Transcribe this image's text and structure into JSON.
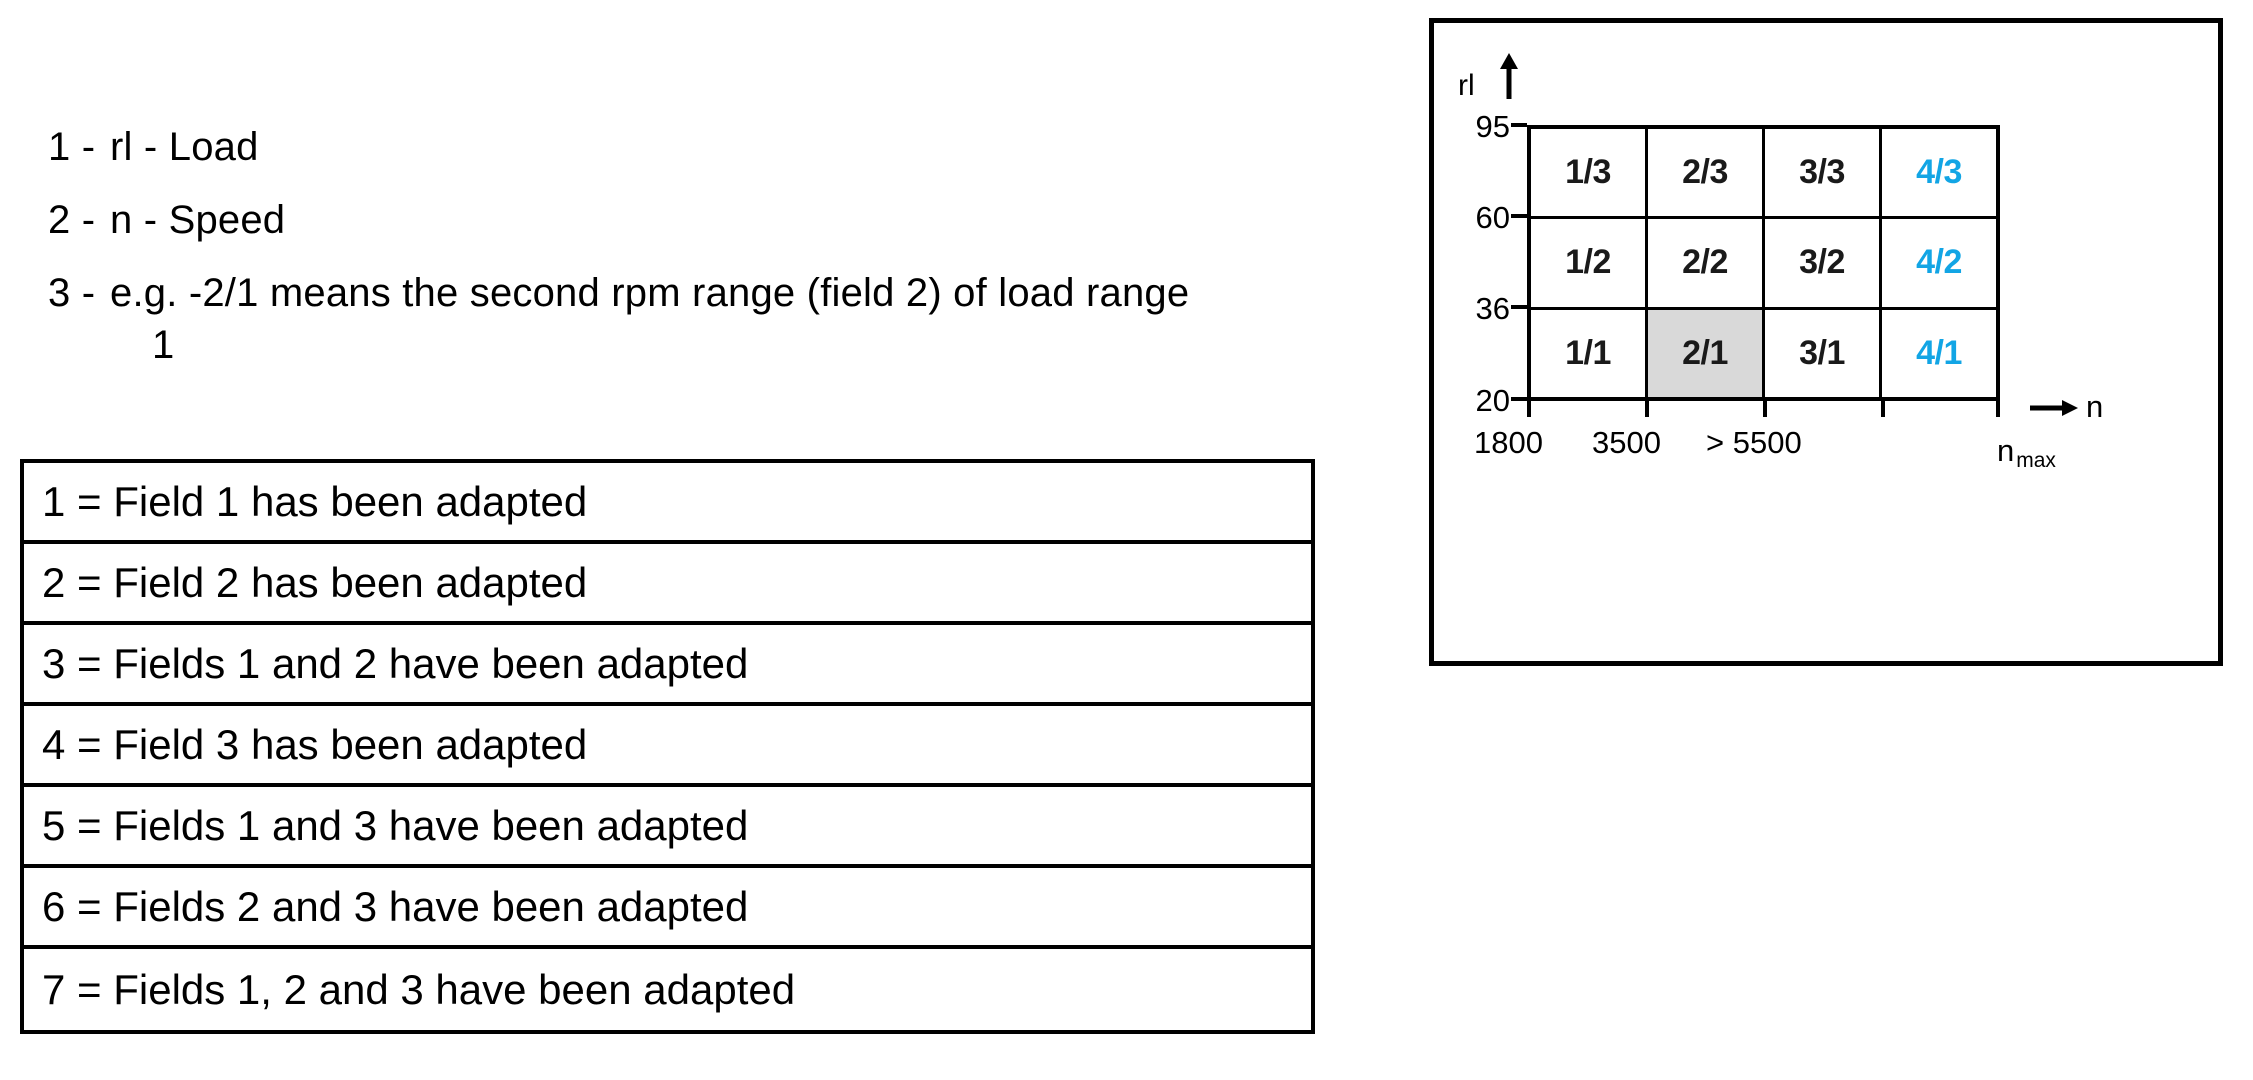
{
  "legend": {
    "items": [
      {
        "marker": "1 -",
        "text": "rl - Load"
      },
      {
        "marker": "2 -",
        "text": "n - Speed"
      },
      {
        "marker": "3 -",
        "text": "e.g. -2/1 means the second rpm range (field 2) of load range",
        "text_line2": "1"
      }
    ]
  },
  "table": {
    "rows": [
      {
        "text": "1 = Field 1 has been adapted"
      },
      {
        "text": "2 = Field 2 has been adapted"
      },
      {
        "text": "3 = Fields 1 and 2 have been adapted"
      },
      {
        "text": "4 = Field 3 has been adapted"
      },
      {
        "text": "5 = Fields 1 and 3 have been adapted"
      },
      {
        "text": "6 = Fields 2 and 3 have been adapted"
      },
      {
        "text": "7 = Fields 1, 2 and 3 have been adapted"
      }
    ]
  },
  "chart_data": {
    "type": "heatmap",
    "title": "",
    "xlabel": "n",
    "ylabel": "rl",
    "grid": true,
    "legend_position": "none",
    "columns": [
      "1",
      "2",
      "3",
      "4"
    ],
    "rows": [
      "3",
      "2",
      "1"
    ],
    "cells": [
      [
        {
          "label": "1/3",
          "color": "#1a1a1a",
          "shaded": false
        },
        {
          "label": "2/3",
          "color": "#1a1a1a",
          "shaded": false
        },
        {
          "label": "3/3",
          "color": "#1a1a1a",
          "shaded": false
        },
        {
          "label": "4/3",
          "color": "#12a5e5",
          "shaded": false
        }
      ],
      [
        {
          "label": "1/2",
          "color": "#1a1a1a",
          "shaded": false
        },
        {
          "label": "2/2",
          "color": "#1a1a1a",
          "shaded": false
        },
        {
          "label": "3/2",
          "color": "#1a1a1a",
          "shaded": false
        },
        {
          "label": "4/2",
          "color": "#12a5e5",
          "shaded": false
        }
      ],
      [
        {
          "label": "1/1",
          "color": "#1a1a1a",
          "shaded": false
        },
        {
          "label": "2/1",
          "color": "#1a1a1a",
          "shaded": true
        },
        {
          "label": "3/1",
          "color": "#1a1a1a",
          "shaded": false
        },
        {
          "label": "4/1",
          "color": "#12a5e5",
          "shaded": false
        }
      ]
    ],
    "y_ticks": [
      "95",
      "60",
      "36",
      "20"
    ],
    "x_ticks": [
      "1800",
      "3500",
      "> 5500"
    ],
    "x_axis_end_label": "n",
    "x_axis_end_sub": "max",
    "y_axis_label": "rl",
    "accent_color": "#12a5e5",
    "shade_color": "#d9d9d9"
  }
}
